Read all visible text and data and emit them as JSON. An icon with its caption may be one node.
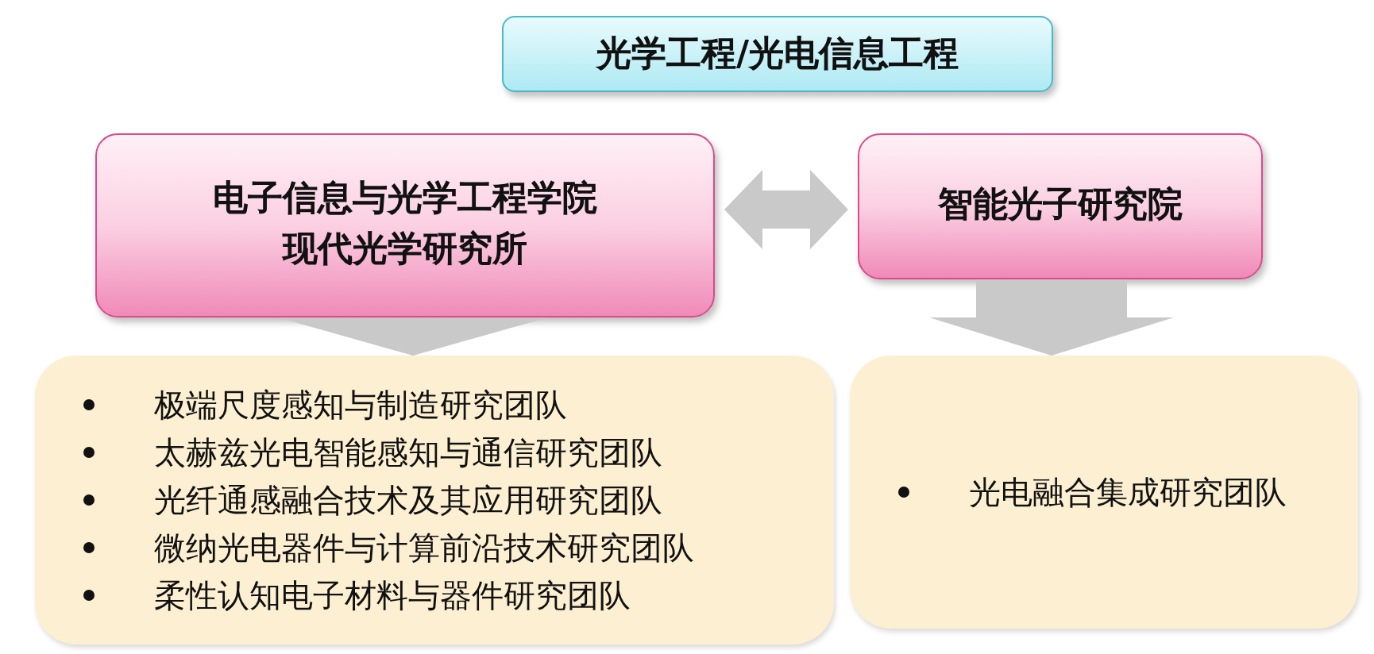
{
  "diagram": {
    "nodes": [
      {
        "text": [
          "光学工程/光电信息工程"
        ]
      },
      {
        "text": [
          "电子信息与光学工程学院",
          "现代光学研究所"
        ]
      },
      {
        "text": [
          "智能光子研究院"
        ]
      },
      {
        "text": [
          "极端尺度感知与制造研究团队",
          "太赫兹光电智能感知与通信研究团队",
          "光纤通感融合技术及其应用研究团队",
          "微纳光电器件与计算前沿技术研究团队",
          "柔性认知电子材料与器件研究团队"
        ]
      },
      {
        "text": [
          "光电融合集成研究团队"
        ]
      }
    ],
    "edges": [
      {
        "from": 1,
        "to": 2,
        "arrow": "both"
      },
      {
        "from": 1,
        "to": 3,
        "arrow": "to"
      },
      {
        "from": 2,
        "to": 4,
        "arrow": "to"
      }
    ]
  }
}
